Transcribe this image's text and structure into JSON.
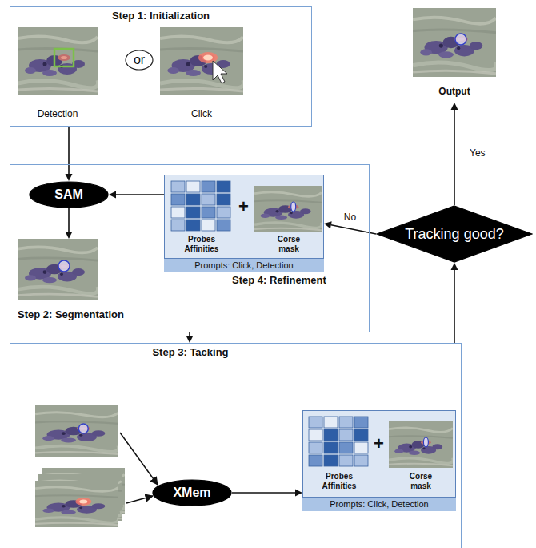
{
  "diagram": {
    "nodes": [
      {
        "text": [
          "Step 1: Initialization"
        ]
      },
      {
        "text": [
          "Detection"
        ],
        "in": 0
      },
      {
        "text": [
          "or"
        ],
        "in": 0
      },
      {
        "text": [
          "Click"
        ],
        "in": 0
      },
      {
        "text": [
          "Output"
        ]
      },
      {
        "text": [
          "Tracking good?"
        ]
      },
      {
        "text": [
          "Step 4: Refinement"
        ]
      },
      {
        "text": [
          "SAM"
        ],
        "in": 6
      },
      {
        "text": [
          "Step 2: Segmentation"
        ],
        "in": 6
      },
      {
        "text": [
          "Probes Affinities",
          "+",
          "Corse mask"
        ],
        "in": 6
      },
      {
        "text": [
          "Prompts: Click, Detection"
        ],
        "in": 9
      },
      {
        "text": [
          "Step 3: Tacking"
        ]
      },
      {
        "text": [
          "XMem"
        ],
        "in": 11
      },
      {
        "text": [
          "Probes Affinities",
          "+",
          "Corse mask"
        ],
        "in": 11
      },
      {
        "text": [
          "Prompts: Click, Detection"
        ],
        "in": 13
      }
    ],
    "edges": [
      {
        "from": 0,
        "to": 7,
        "arrow": "to"
      },
      {
        "from": 9,
        "to": 7,
        "arrow": "to"
      },
      {
        "from": 7,
        "to": 8,
        "arrow": "to"
      },
      {
        "from": 6,
        "to": 11,
        "arrow": "to"
      },
      {
        "from": 12,
        "to": 13,
        "arrow": "to"
      },
      {
        "from": 11,
        "to": 5,
        "arrow": "to"
      },
      {
        "from": 5,
        "to": 9,
        "label": "No",
        "arrow": "to"
      },
      {
        "from": 5,
        "to": 4,
        "label": "Yes",
        "arrow": "to"
      }
    ]
  }
}
